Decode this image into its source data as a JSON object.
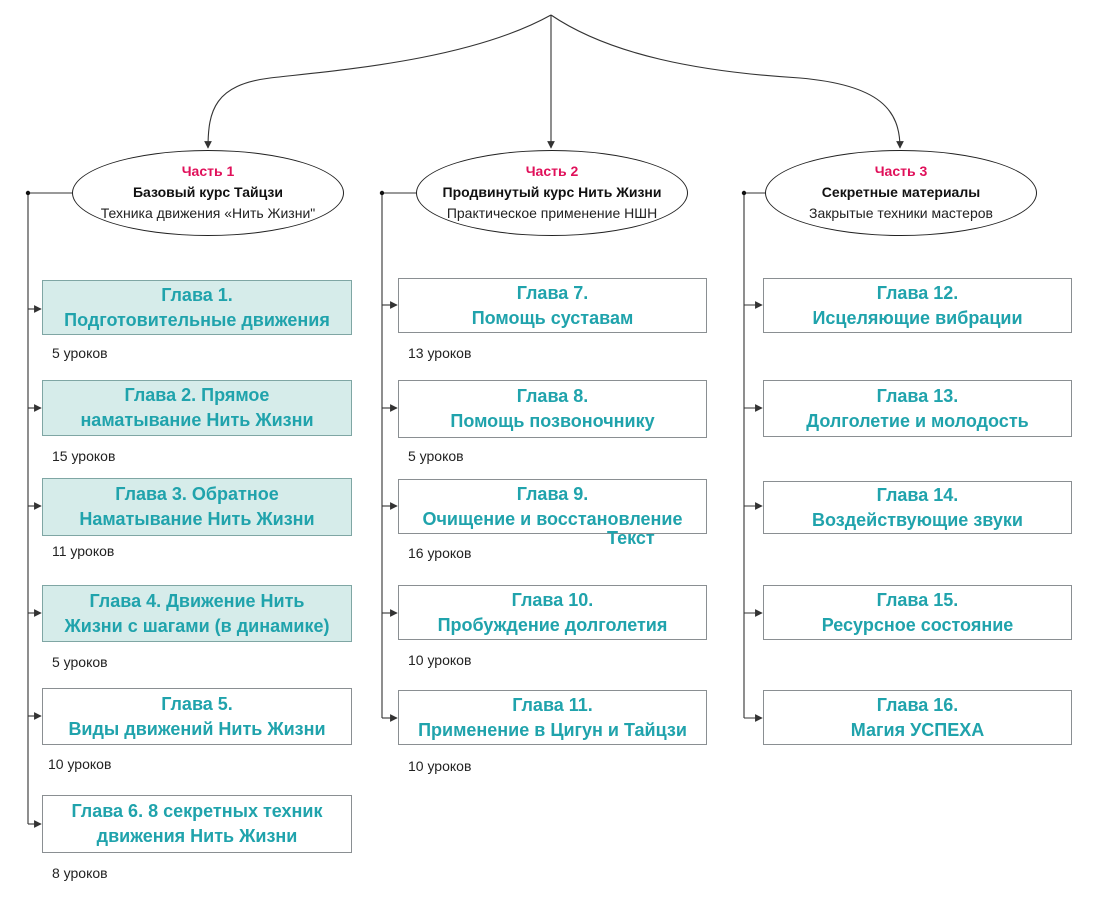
{
  "parts": [
    {
      "label": "Часть 1",
      "title": "Базовый курс Тайцзи",
      "subtitle": "Техника движения «Нить Жизни\""
    },
    {
      "label": "Часть 2",
      "title": "Продвинутый курс Нить Жизни",
      "subtitle": "Практическое применение НШН"
    },
    {
      "label": "Часть 3",
      "title": "Секретные материалы",
      "subtitle": "Закрытые техники мастеров"
    }
  ],
  "chapters": [
    {
      "title": "Глава 1.\nПодготовительные движения",
      "lessons": "5 уроков"
    },
    {
      "title": "Глава 2. Прямое\nнаматывание Нить Жизни",
      "lessons": "15 уроков"
    },
    {
      "title": "Глава 3. Обратное\nНаматывание Нить Жизни",
      "lessons": "11 уроков"
    },
    {
      "title": "Глава 4.  Движение Нить\nЖизни с шагами (в динамике)",
      "lessons": "5 уроков"
    },
    {
      "title": "Глава 5.\nВиды движений Нить Жизни",
      "lessons": "10 уроков"
    },
    {
      "title": "Глава 6. 8 секретных техник\nдвижения Нить Жизни",
      "lessons": "8 уроков"
    },
    {
      "title": "Глава 7.\nПомощь суставам",
      "lessons": "13 уроков"
    },
    {
      "title": "Глава 8.\nПомощь позвоночнику",
      "lessons": "5 уроков"
    },
    {
      "title": "Глава 9.\nОчищение и восстановление",
      "lessons": "16 уроков",
      "extra": "Текст"
    },
    {
      "title": "Глава 10.\nПробуждение долголетия",
      "lessons": "10 уроков"
    },
    {
      "title": "Глава 11.\nПрименение в Цигун и Тайцзи",
      "lessons": "10 уроков"
    },
    {
      "title": "Глава 12.\nИсцеляющие вибрации"
    },
    {
      "title": "Глава 13.\nДолголетие и молодость"
    },
    {
      "title": "Глава 14.\nВоздействующие звуки"
    },
    {
      "title": "Глава 15.\nРесурсное состояние"
    },
    {
      "title": "Глава 16.\nМагия УСПЕХА"
    }
  ],
  "colors": {
    "accent": "#20a3ac",
    "part_label": "#e0105a",
    "filled": "#d6ecea"
  }
}
